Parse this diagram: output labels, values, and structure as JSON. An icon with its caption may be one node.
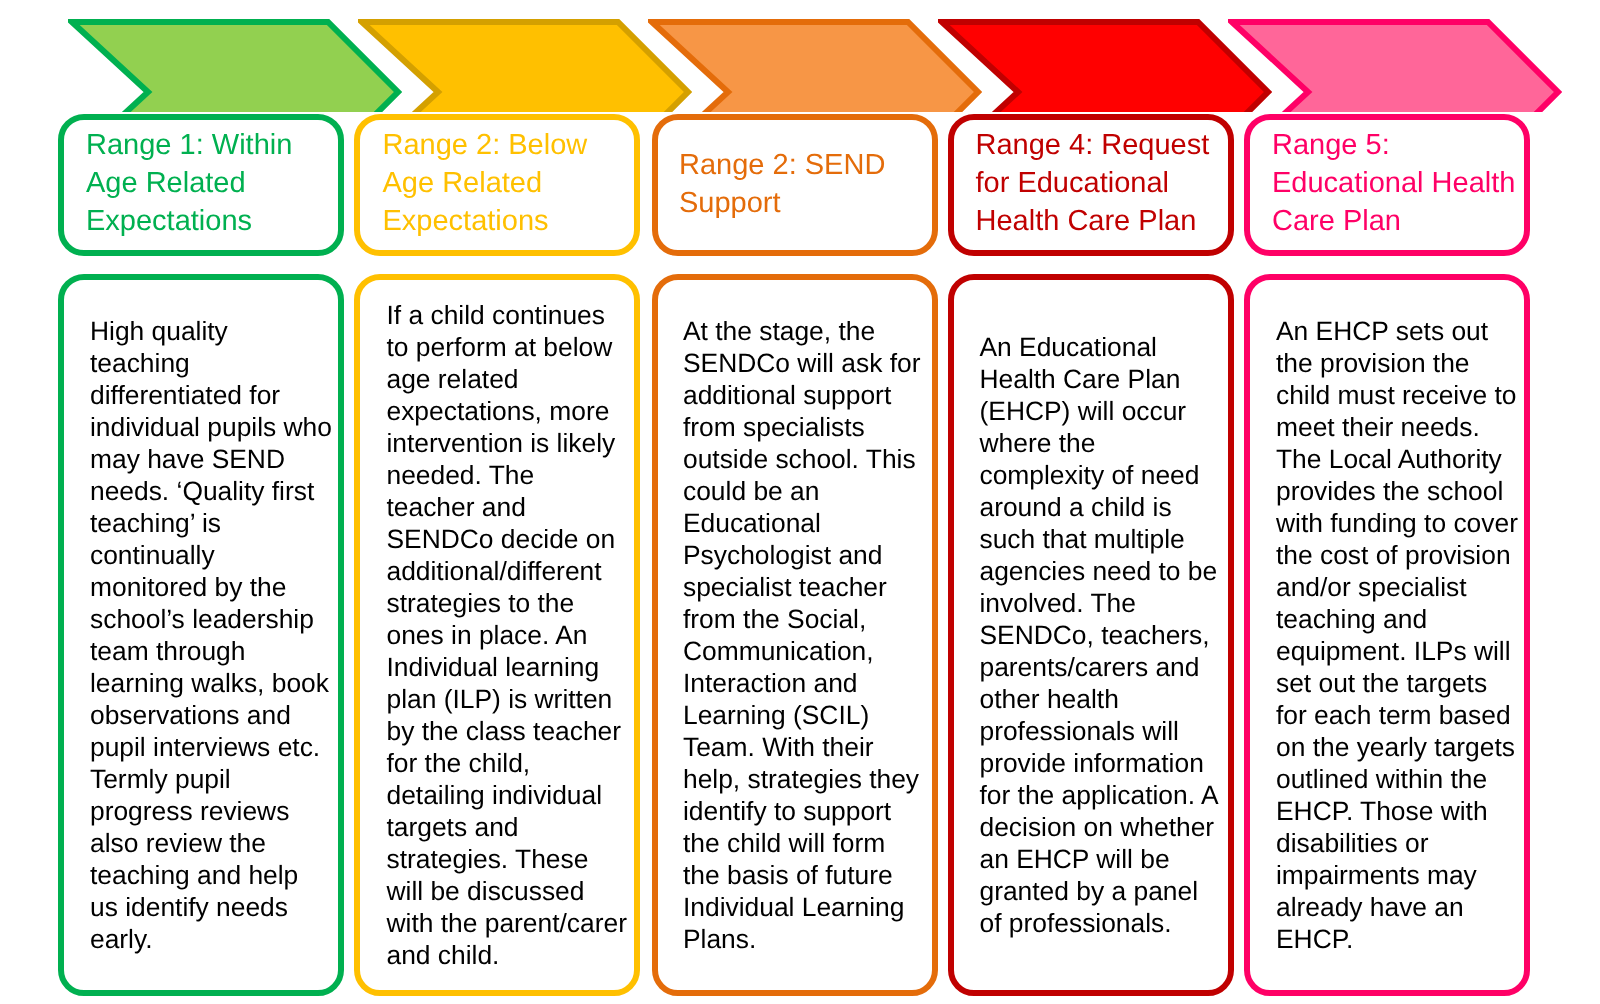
{
  "diagram": {
    "nodes": [
      {
        "text": [],
        "shape": "chevron"
      },
      {
        "text": [
          "Range 1: Within Age Related Expectations"
        ]
      },
      {
        "text": [
          "High quality teaching differentiated for individual pupils who may have SEND needs. ‘Quality first teaching’ is continually monitored by the school’s leadership team through learning walks, book observations and pupil interviews etc. Termly pupil progress reviews also review the teaching and help us identify needs early."
        ]
      },
      {
        "text": [],
        "shape": "chevron"
      },
      {
        "text": [
          "Range 2: Below Age Related Expectations"
        ]
      },
      {
        "text": [
          "If a child continues to perform at below age related expectations, more intervention is likely needed. The teacher and SENDCo decide on additional/different strategies to the ones in place. An Individual learning plan (ILP) is written by the class teacher for the child, detailing individual targets and strategies. These will be discussed with the parent/carer and child."
        ]
      },
      {
        "text": [],
        "shape": "chevron"
      },
      {
        "text": [
          "Range 2: SEND Support"
        ]
      },
      {
        "text": [
          "At the stage, the SENDCo will ask for additional support from specialists outside school. This could be an Educational Psychologist and specialist teacher from the Social, Communication, Interaction and Learning (SCIL) Team. With their help, strategies they identify to support the child will form the basis of future Individual Learning Plans."
        ]
      },
      {
        "text": [],
        "shape": "chevron"
      },
      {
        "text": [
          "Range 4: Request for Educational Health Care Plan"
        ]
      },
      {
        "text": [
          "An Educational Health Care Plan (EHCP) will occur where the complexity of need around a child is such that multiple agencies need to be involved. The SENDCo, teachers, parents/carers and other health professionals will provide information for the application. A decision on whether an EHCP will be granted by a panel of professionals."
        ]
      },
      {
        "text": [],
        "shape": "chevron"
      },
      {
        "text": [
          "Range 5: Educational Health Care Plan"
        ]
      },
      {
        "text": [
          "An EHCP sets out the provision the child must receive to meet their needs. The Local Authority provides the school with funding to cover the cost of provision and/or specialist teaching and equipment. ILPs will set out the targets for each term based on the yearly targets outlined within the EHCP. Those with disabilities or impairments may already have an EHCP."
        ]
      }
    ]
  }
}
